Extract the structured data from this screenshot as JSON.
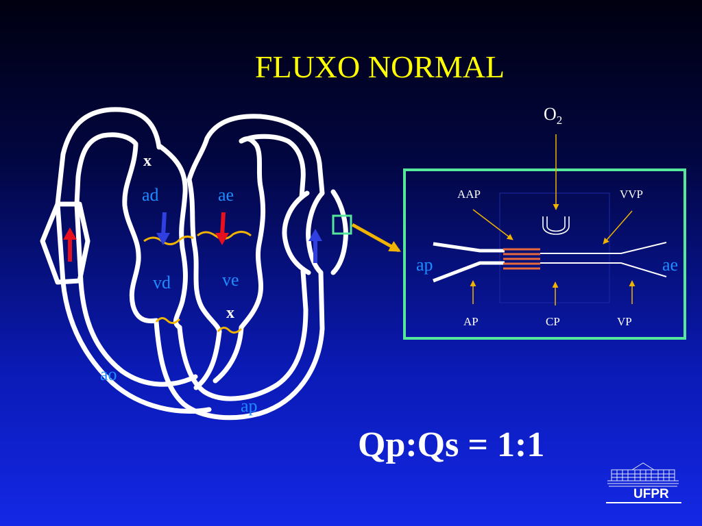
{
  "title": "FLUXO NORMAL",
  "heart": {
    "labels": {
      "ad": "ad",
      "ae": "ae",
      "vd": "vd",
      "ve": "ve",
      "ao": "ao",
      "ap": "ap",
      "x_upper": "x",
      "x_lower": "x"
    }
  },
  "inset": {
    "o2_main": "O",
    "o2_sub": "2",
    "ap_left": "ap",
    "ae_right": "ae",
    "aap": "AAP",
    "vvp": "VVP",
    "ap_bottom": "AP",
    "cp": "CP",
    "vp": "VP"
  },
  "equation": "Qp:Qs = 1:1",
  "logo_text": "UFPR",
  "colors": {
    "title": "#ffff00",
    "label_blue": "#1e8cff",
    "outline": "#ffffff",
    "inset_border": "#55e89a",
    "arrow_red": "#e8101c",
    "arrow_blue": "#3040e0",
    "arrow_gold": "#f0b400",
    "valve": "#f0b400",
    "capillary": "#e86a3c"
  }
}
